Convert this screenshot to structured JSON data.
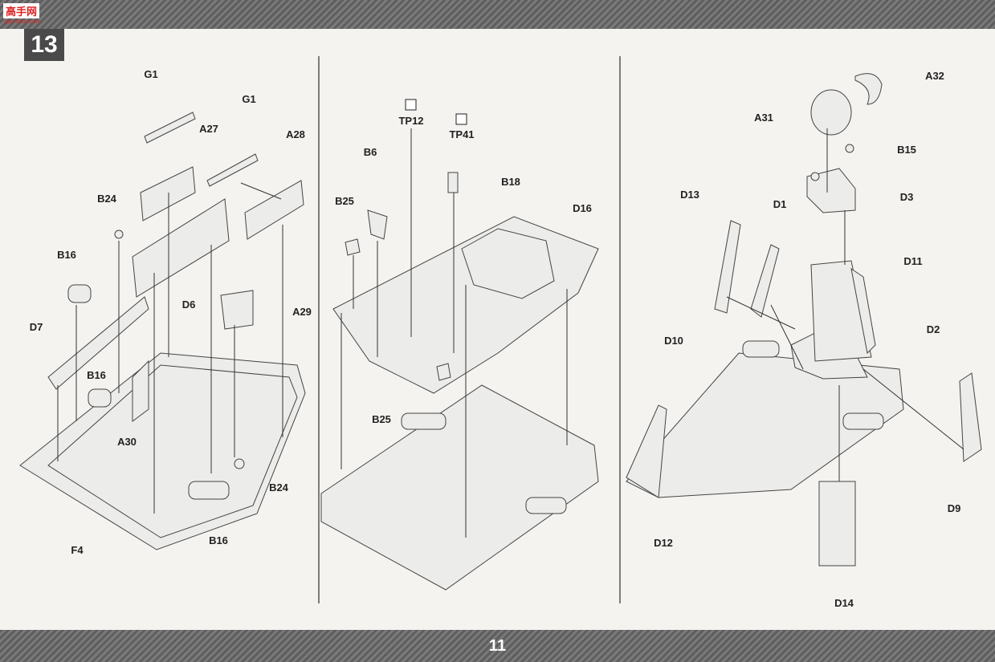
{
  "header": {
    "step_number": "13",
    "logo_text": "高手网",
    "logo_sub": "gao-shou.com"
  },
  "footer": {
    "page_number": "11"
  },
  "panels": {
    "left": {
      "labels": [
        "G1",
        "G1",
        "A27",
        "A28",
        "B24",
        "B16",
        "D6",
        "A29",
        "D7",
        "B16",
        "A30",
        "B24",
        "B16",
        "F4"
      ]
    },
    "middle": {
      "labels": [
        "TP12",
        "TP41",
        "B6",
        "B18",
        "B25",
        "D16",
        "B25"
      ]
    },
    "right": {
      "labels": [
        "A32",
        "A31",
        "B15",
        "D13",
        "D1",
        "D3",
        "D11",
        "D10",
        "D2",
        "D12",
        "D9",
        "D14"
      ]
    }
  }
}
